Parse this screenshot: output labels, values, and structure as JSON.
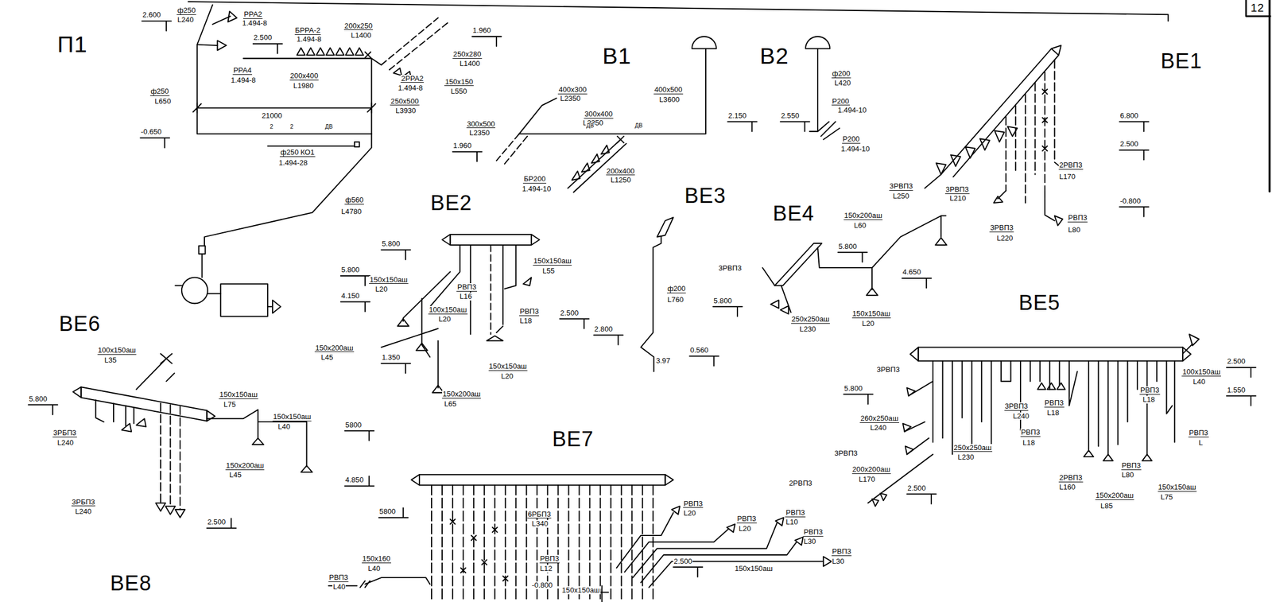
{
  "diagram": {
    "labels": [
      "П1",
      "2.600",
      "ф250",
      "L240",
      "РРА2",
      "1.494-8",
      "2.500",
      "БРРА-2",
      "1.494-8",
      "200x250",
      "L1400",
      "1.960",
      "250x280",
      "L1400",
      "РРА4",
      "1.494-8",
      "200x400",
      "L1980",
      "2РРА2",
      "1.494-8",
      "150x150",
      "L550",
      "250x500",
      "L3930",
      "ф250",
      "L650",
      "-0.650",
      "21000",
      "2",
      "2",
      "ДВ",
      "ф250 КО1",
      "1.494-28",
      "ф560",
      "L4780",
      "В1",
      "400x300",
      "L2350",
      "400x500",
      "L3600",
      "300x500",
      "L2350",
      "300x400",
      "L2350",
      "ДВ",
      "ДВ",
      "1.960",
      "БР200",
      "1.494-10",
      "200x400",
      "L1250",
      "2.150",
      "В2",
      "ф200",
      "L420",
      "2.550",
      "Р200",
      "1.494-10",
      "Р200",
      "1.494-10",
      "ВЕ1",
      "6.800",
      "2.500",
      "-0.800",
      "3РВП3",
      "L250",
      "3РВП3",
      "L210",
      "2РВП3",
      "L170",
      "3РВП3",
      "L220",
      "РВП3",
      "L80",
      "ВЕ2",
      "5.800",
      "5.800",
      "150x150аш",
      "L20",
      "150x150аш",
      "L55",
      "РВП3",
      "L16",
      "4.150",
      "100x150аш",
      "L20",
      "РВП3",
      "L18",
      "150x200аш",
      "L45",
      "1.350",
      "150x150аш",
      "L20",
      "150x200аш",
      "L65",
      "2.500",
      "2.800",
      "ВЕ3",
      "ф200",
      "L760",
      "5.800",
      "3.97",
      "0.560",
      "ВЕ4",
      "150x200аш",
      "L60",
      "5.800",
      "3РВП3",
      "4.650",
      "250x250аш",
      "L230",
      "150x150аш",
      "L20",
      "ВЕ5",
      "2.500",
      "1.550",
      "100x150аш",
      "L40",
      "РВП3",
      "L18",
      "3РВП3",
      "5.800",
      "260x250аш",
      "L240",
      "3РВП3",
      "L240",
      "РВП3",
      "L18",
      "РВП3",
      "L18",
      "3РВП3",
      "200x200аш",
      "L170",
      "250x250аш",
      "L230",
      "РВП3",
      "L",
      "РВП3",
      "L80",
      "2РВП3",
      "L160",
      "150x200аш",
      "L85",
      "150x150аш",
      "L75",
      "2РВП3",
      "2.500",
      "ВЕ6",
      "100x150аш",
      "L35",
      "150x150аш",
      "L75",
      "5.800",
      "3РБП3",
      "L240",
      "150x150аш",
      "L40",
      "150x200аш",
      "L45",
      "3РБП3",
      "L240",
      "2.500",
      "5800",
      "4.850",
      "ВЕ7",
      "5800",
      "6РБП3",
      "L340",
      "РВП3",
      "L20",
      "РВП3",
      "L20",
      "РВП3",
      "L10",
      "РВП3",
      "L30",
      "РВП3",
      "L30",
      "РВП3",
      "L12",
      "150x160",
      "L40",
      "РВП3",
      "L40",
      "-0.800",
      "150x150аш",
      "2.500",
      "150x150аш",
      "ВЕ8",
      "12"
    ]
  }
}
